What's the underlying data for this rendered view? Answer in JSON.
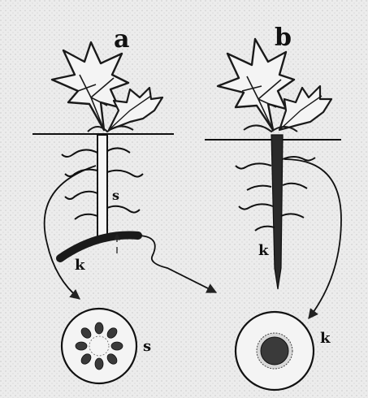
{
  "panels": [
    {
      "id": "a",
      "label": "a"
    },
    {
      "id": "b",
      "label": "b"
    }
  ],
  "labels": {
    "a_stem": "s",
    "a_root": "k",
    "b_root": "k",
    "section_left": "s",
    "section_right": "k"
  }
}
